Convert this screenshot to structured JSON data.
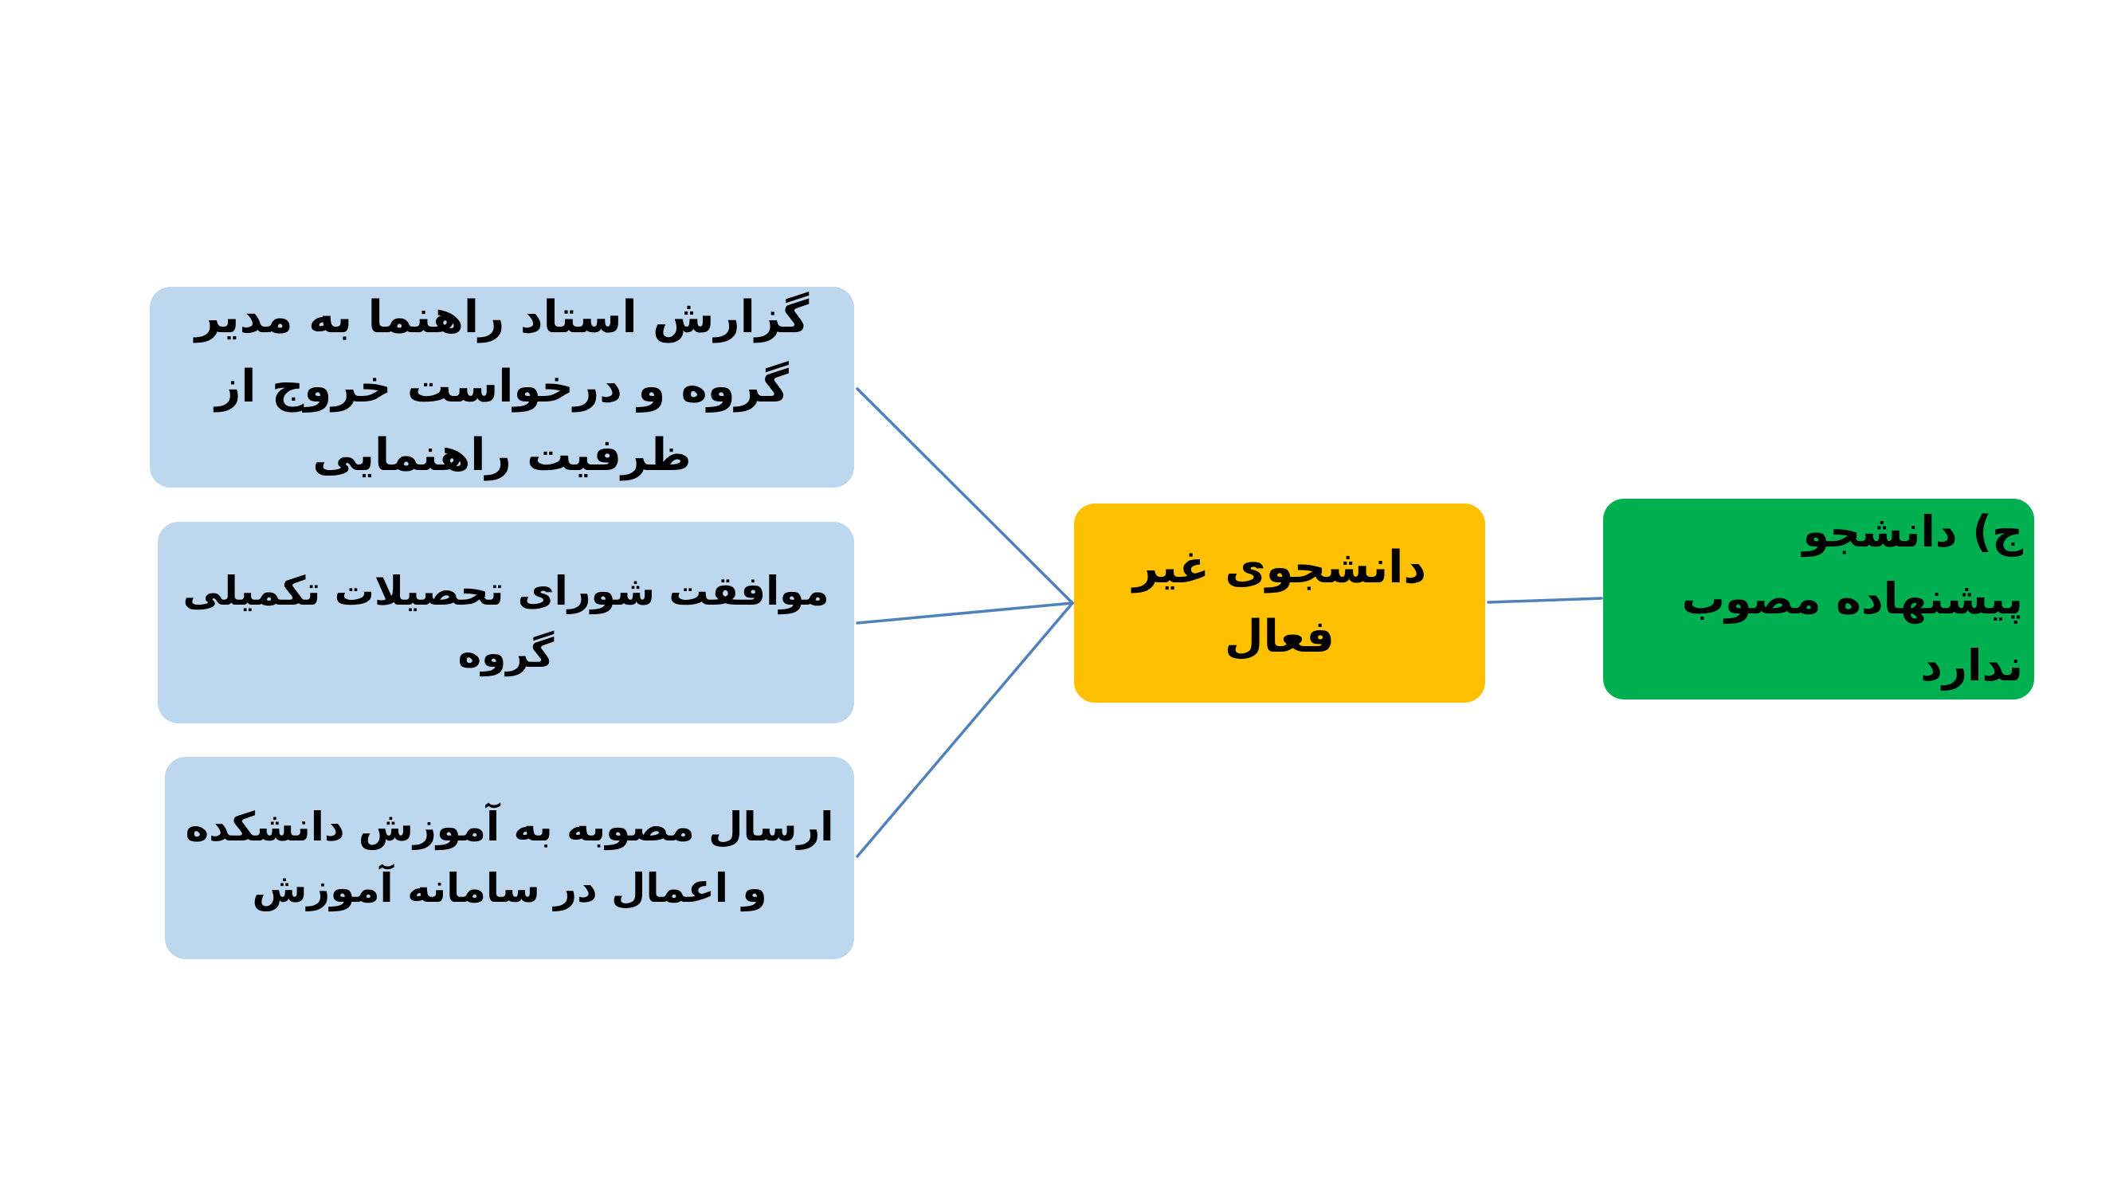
{
  "diagram": {
    "root": {
      "label": "ج) دانشجو  پیشنهاده مصوب ندارد",
      "color": "#00b050"
    },
    "center": {
      "label": "دانشجوی غیر فعال",
      "color": "#ffc000"
    },
    "steps": [
      {
        "label": "گزارش استاد راهنما به مدیر گروه و درخواست خروج از ظرفیت راهنمایی",
        "color": "#bdd7ee"
      },
      {
        "label": "موافقت شورای تحصیلات تکمیلی گروه",
        "color": "#bdd7ee"
      },
      {
        "label": "ارسال مصوبه به آموزش دانشکده و اعمال در سامانه آموزش",
        "color": "#bdd7ee"
      }
    ],
    "connector_color": "#4f81bd",
    "edges": [
      {
        "from": "root",
        "to": "center"
      },
      {
        "from": "center",
        "to": "steps.0"
      },
      {
        "from": "center",
        "to": "steps.1"
      },
      {
        "from": "center",
        "to": "steps.2"
      }
    ]
  }
}
